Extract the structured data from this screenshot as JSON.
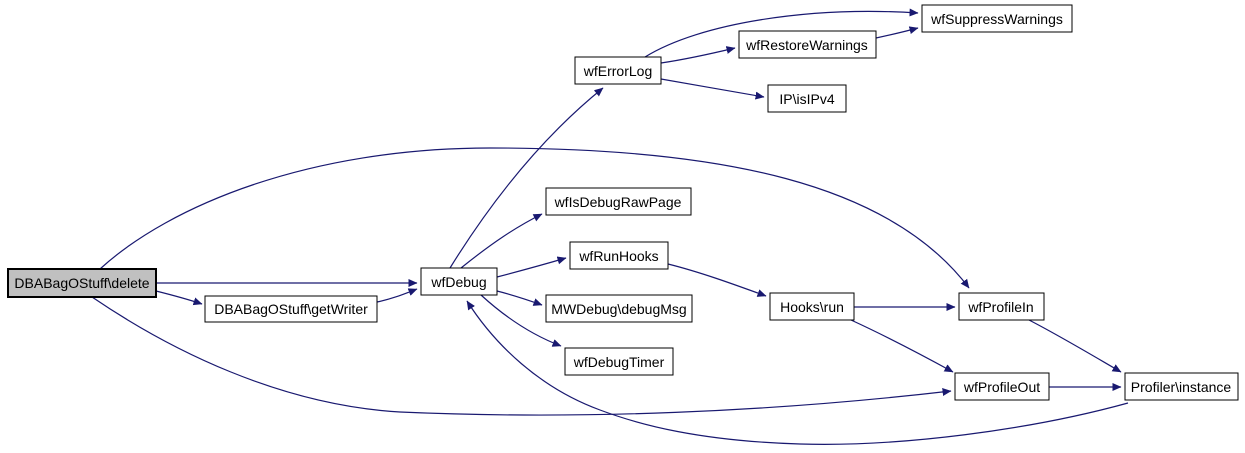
{
  "diagram": {
    "kind": "doxygen-call-graph",
    "edge_color": "#191970",
    "node_border_color": "#000000",
    "node_fill": "#ffffff",
    "root_node_fill": "#c0c0c0",
    "nodes": {
      "delete": {
        "label": "DBABagOStuff\\delete",
        "role": "root"
      },
      "getwriter": {
        "label": "DBABagOStuff\\getWriter"
      },
      "wfdebug": {
        "label": "wfDebug"
      },
      "wferrorlog": {
        "label": "wfErrorLog"
      },
      "wfrestorewarnings": {
        "label": "wfRestoreWarnings"
      },
      "wfsuppresswarnings": {
        "label": "wfSuppressWarnings"
      },
      "ipisipv4": {
        "label": "IP\\isIPv4"
      },
      "wfisdebugrawpage": {
        "label": "wfIsDebugRawPage"
      },
      "wfrunhooks": {
        "label": "wfRunHooks"
      },
      "mwdebugdebugmsg": {
        "label": "MWDebug\\debugMsg"
      },
      "wfdebugtimer": {
        "label": "wfDebugTimer"
      },
      "hooksrun": {
        "label": "Hooks\\run"
      },
      "wfprofilein": {
        "label": "wfProfileIn"
      },
      "wfprofileout": {
        "label": "wfProfileOut"
      },
      "profilerinstance": {
        "label": "Profiler\\instance"
      }
    },
    "edges": [
      {
        "from": "delete",
        "to": "wfdebug"
      },
      {
        "from": "delete",
        "to": "getwriter"
      },
      {
        "from": "delete",
        "to": "wfprofilein"
      },
      {
        "from": "delete",
        "to": "wfprofileout"
      },
      {
        "from": "getwriter",
        "to": "wfdebug"
      },
      {
        "from": "wfdebug",
        "to": "wferrorlog"
      },
      {
        "from": "wfdebug",
        "to": "wfisdebugrawpage"
      },
      {
        "from": "wfdebug",
        "to": "wfrunhooks"
      },
      {
        "from": "wfdebug",
        "to": "mwdebugdebugmsg"
      },
      {
        "from": "wfdebug",
        "to": "wfdebugtimer"
      },
      {
        "from": "wferrorlog",
        "to": "wfsuppresswarnings"
      },
      {
        "from": "wferrorlog",
        "to": "wfrestorewarnings"
      },
      {
        "from": "wferrorlog",
        "to": "ipisipv4"
      },
      {
        "from": "wfrestorewarnings",
        "to": "wfsuppresswarnings"
      },
      {
        "from": "wfrunhooks",
        "to": "hooksrun"
      },
      {
        "from": "hooksrun",
        "to": "wfprofilein"
      },
      {
        "from": "hooksrun",
        "to": "wfprofileout"
      },
      {
        "from": "wfprofilein",
        "to": "profilerinstance"
      },
      {
        "from": "wfprofileout",
        "to": "profilerinstance"
      },
      {
        "from": "profilerinstance",
        "to": "wfdebug"
      }
    ]
  }
}
